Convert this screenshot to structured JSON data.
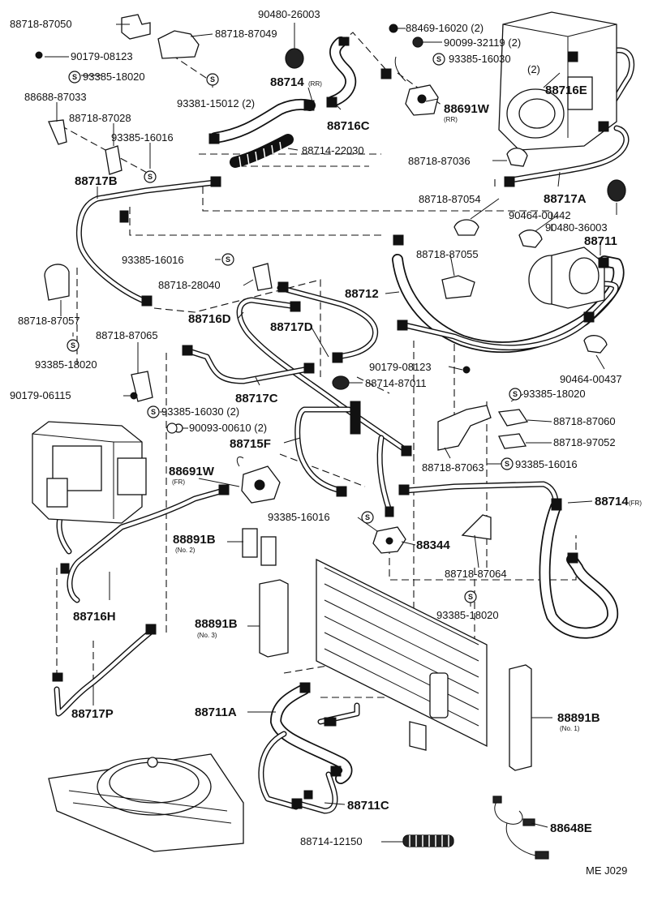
{
  "labels": {
    "p8871887050": "88718-87050",
    "p8871887049": "88718-87049",
    "p9048026003": "90480-26003",
    "p8846916020": "88469-16020 (2)",
    "p9009932119": "90099-32119 (2)",
    "p9338516030a": "93385-16030",
    "qty2": "(2)",
    "p9017908123a": "90179-08123",
    "p9338518020a": "93385-18020",
    "p88714rr": "88714",
    "rr1": "(RR)",
    "p88716e": "88716E",
    "p9338115012": "93381-15012 (2)",
    "p8868887033": "88688-87033",
    "p8871887028": "88718-87028",
    "p88691wrr": "88691W",
    "rr2": "(RR)",
    "p88716c": "88716C",
    "p9338516016a": "93385-16016",
    "p8871422030": "88714-22030",
    "p8871887036": "88718-87036",
    "p88717b": "88717B",
    "p88717a": "88717A",
    "p8871887054": "88718-87054",
    "p9046400442": "90464-00442",
    "p9048036003": "90480-36003",
    "p88711": "88711",
    "p8871887055": "88718-87055",
    "p9338516016b": "93385-16016",
    "p8871828040": "88718-28040",
    "p88712": "88712",
    "p8871887057": "88718-87057",
    "p88716d": "88716D",
    "p88717d": "88717D",
    "p9338518020b": "93385-18020",
    "p8871887065": "88718-87065",
    "p9017908123b": "90179-08123",
    "p8871487011": "88714-87011",
    "p9046400437": "90464-00437",
    "p88717c": "88717C",
    "p9017906115": "90179-06115",
    "p9338516030b": "93385-16030 (2)",
    "p9338518020c": "93385-18020",
    "p9009300610": "90093-00610 (2)",
    "p8871887060": "88718-87060",
    "p88715f": "88715F",
    "p8871897052": "88718-97052",
    "p88691wfr": "88691W",
    "fr1": "(FR)",
    "p8871887063": "88718-87063",
    "p9338516016c": "93385-16016",
    "p88714fr": "88714",
    "fr2": "(FR)",
    "p9338516016d": "93385-16016",
    "p88891b2": "88891B",
    "no2": "(No. 2)",
    "p88344": "88344",
    "p8871887064": "88718-87064",
    "p88716h": "88716H",
    "p9338518020d": "93385-18020",
    "p88891b3": "88891B",
    "no3": "(No. 3)",
    "p88717p": "88717P",
    "p88711a": "88711A",
    "p88891b1": "88891B",
    "no1": "(No. 1)",
    "p88711c": "88711C",
    "p88648e": "88648E",
    "p8871412150": "88714-12150",
    "code": "ME J029"
  },
  "symbol_letter": "S",
  "colors": {
    "ink": "#111111",
    "paper": "#ffffff"
  }
}
